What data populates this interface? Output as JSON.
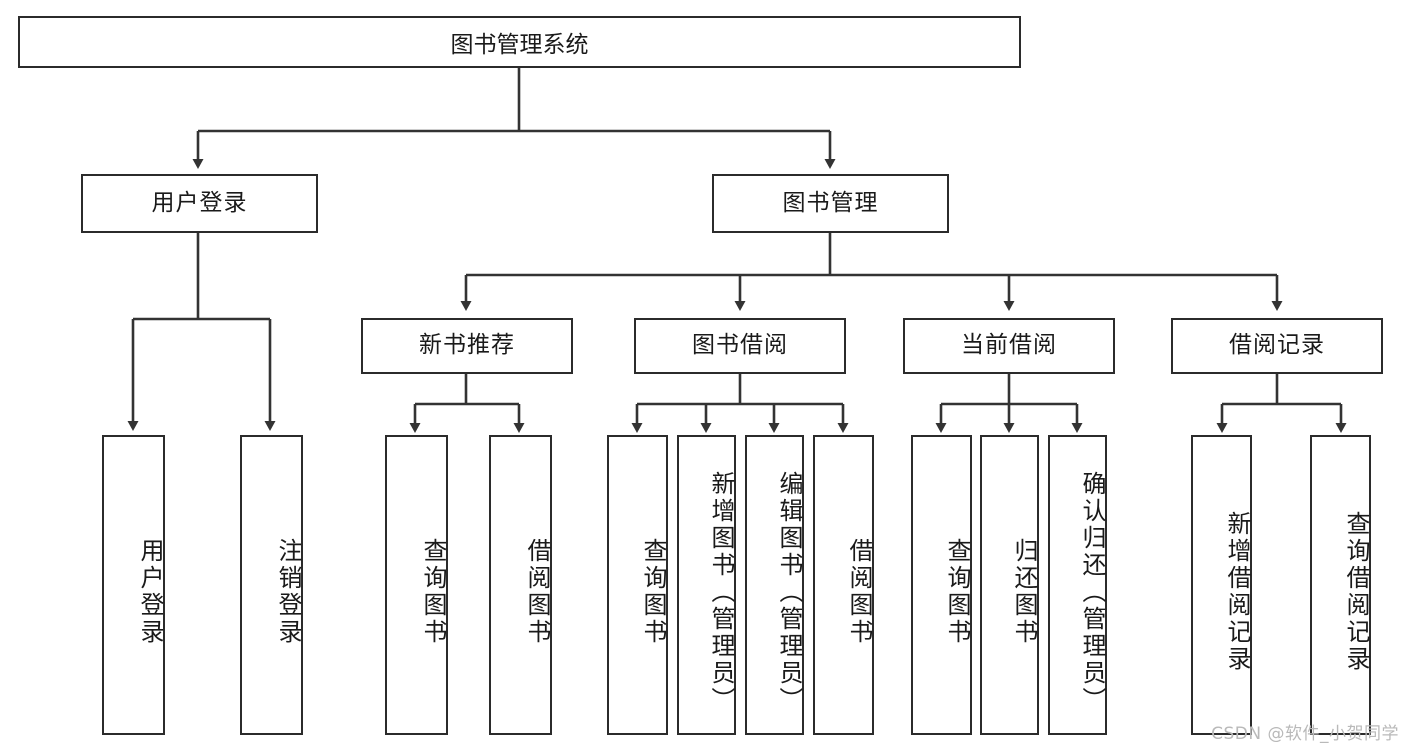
{
  "diagram": {
    "title": "图书管理系统",
    "type": "tree-hierarchy",
    "root": {
      "label": "图书管理系统"
    },
    "level2": [
      {
        "label": "用户登录"
      },
      {
        "label": "图书管理"
      }
    ],
    "level3": [
      {
        "label": "新书推荐"
      },
      {
        "label": "图书借阅"
      },
      {
        "label": "当前借阅"
      },
      {
        "label": "借阅记录"
      }
    ],
    "leaves": {
      "user_login": [
        {
          "label": "用户登录"
        },
        {
          "label": "注销登录"
        }
      ],
      "new_book_recommend": [
        {
          "label": "查询图书"
        },
        {
          "label": "借阅图书"
        }
      ],
      "book_borrow": [
        {
          "label": "查询图书"
        },
        {
          "label": "新增图书（管理员）"
        },
        {
          "label": "编辑图书（管理员）"
        },
        {
          "label": "借阅图书"
        }
      ],
      "current_borrow": [
        {
          "label": "查询图书"
        },
        {
          "label": "归还图书"
        },
        {
          "label": "确认归还（管理员）"
        }
      ],
      "borrow_record": [
        {
          "label": "新增借阅记录"
        },
        {
          "label": "查询借阅记录"
        }
      ]
    }
  },
  "watermark": {
    "text": "CSDN @软件_小贺同学"
  },
  "colors": {
    "box_border": "#2b2b2b",
    "box_fill": "#ffffff",
    "line": "#333333",
    "text": "#1a1a1a",
    "watermark": "#b9b9b9",
    "background": "#ffffff"
  }
}
